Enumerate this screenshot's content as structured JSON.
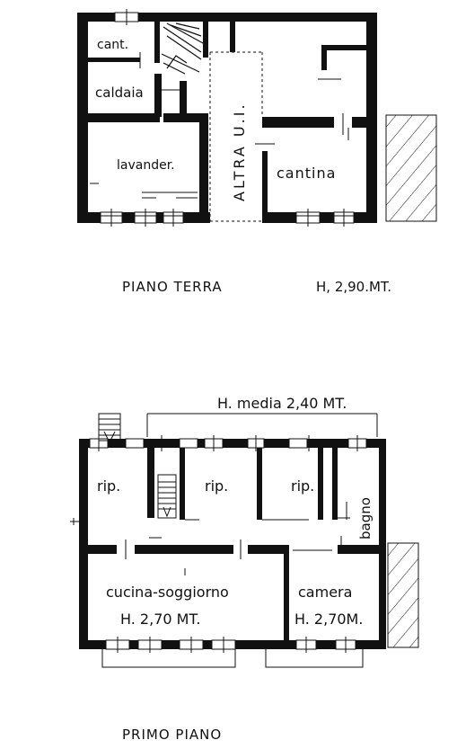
{
  "ground_floor": {
    "rooms": {
      "cant": "cant.",
      "caldaia": "caldaia",
      "lavander": "lavander.",
      "altra_ui": "ALTRA U.I.",
      "cantina": "cantina"
    },
    "caption": "PIANO  TERRA",
    "height": "H, 2,90.MT."
  },
  "first_floor": {
    "mean_height": "H. media 2,40  MT.",
    "rooms": {
      "rip1": "rip.",
      "rip2": "rip.",
      "rip3": "rip.",
      "bagno": "bagno",
      "cucina": "cucina-soggiorno",
      "camera": "camera"
    },
    "heights": {
      "cucina": "H. 2,70  MT.",
      "camera": "H. 2,70M."
    },
    "caption": "PRIMO  PIANO"
  },
  "colors": {
    "wall": "#111111",
    "background": "#ffffff"
  }
}
